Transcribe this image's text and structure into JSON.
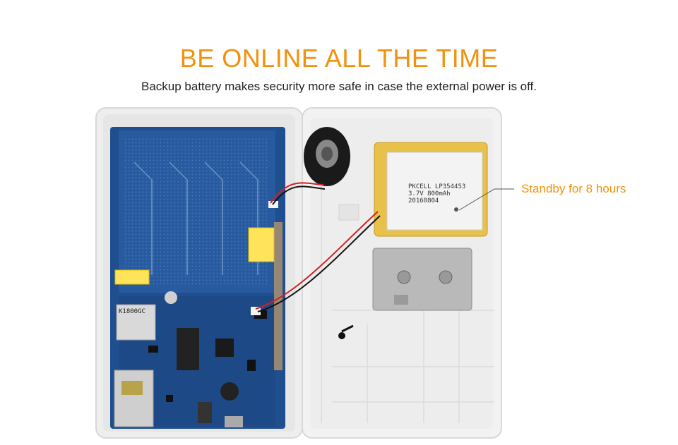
{
  "headline": "BE ONLINE ALL THE TIME",
  "subline": "Backup battery makes security more safe in case the external power is off.",
  "callout": "Standby for 8 hours",
  "battery_label": {
    "line1": "PKCELL LP354453",
    "line2": "3.7V 800mAh",
    "line3": "20160804"
  },
  "module_label": "K1800GC",
  "colors": {
    "accent": "#f0920f",
    "pcb": "#1f4f8f",
    "case": "#ededed"
  }
}
